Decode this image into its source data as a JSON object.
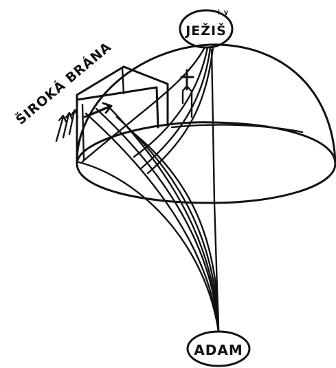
{
  "labels": {
    "jesus": "JEŽIŠ",
    "jesus_superscript": "i y",
    "adam": "ADAM",
    "wide_gate": "ŠIROKÁ BRÁNA"
  },
  "colors": {
    "ink": "#111111",
    "paper": "#ffffff"
  }
}
